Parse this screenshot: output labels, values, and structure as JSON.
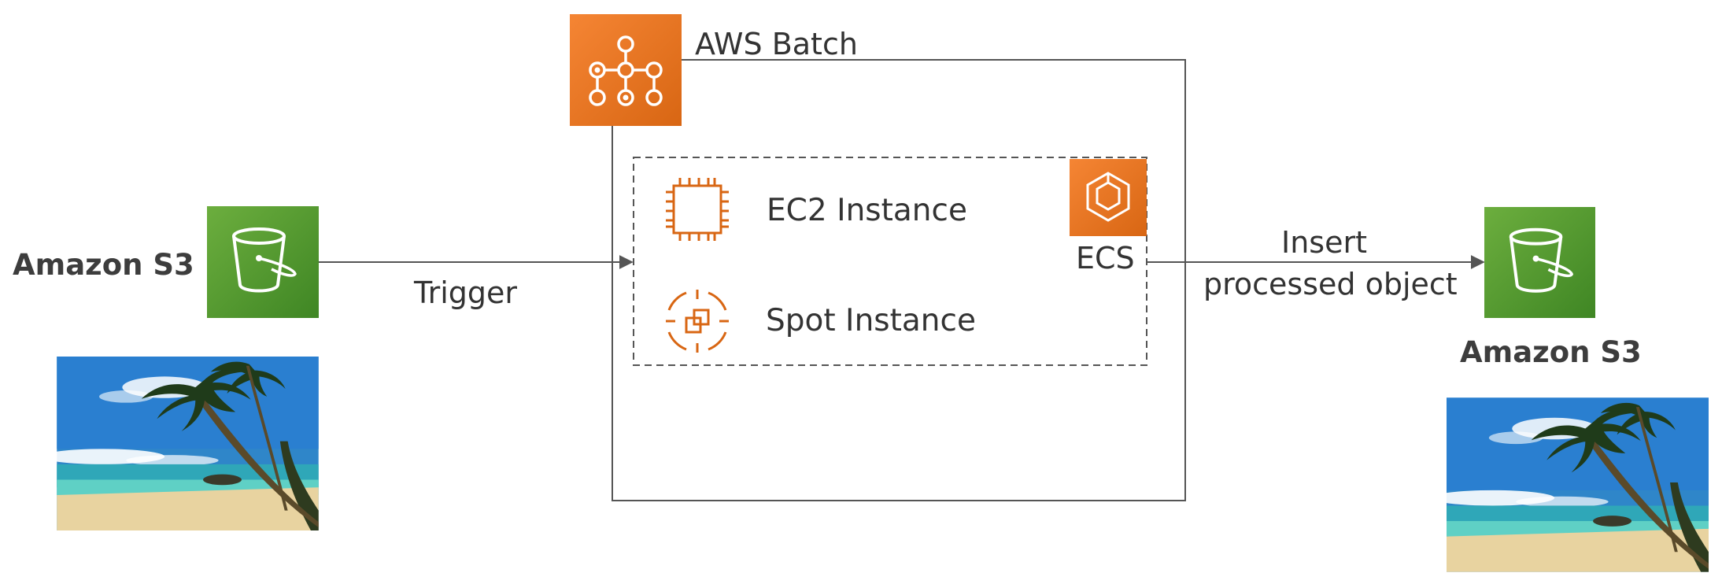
{
  "diagram": {
    "batch_label": "AWS Batch",
    "ec2_label": "EC2 Instance",
    "spot_label": "Spot Instance",
    "ecs_label": "ECS",
    "trigger_label": "Trigger",
    "insert_label_line1": "Insert",
    "insert_label_line2": "processed object",
    "source_s3_label": "Amazon S3",
    "target_s3_label": "Amazon S3"
  },
  "colors": {
    "s3_green_top": "#6CAE3E",
    "s3_green_bottom": "#3F8624",
    "aws_orange_top": "#F58534",
    "aws_orange_bottom": "#D86613",
    "ec2_orange": "#D86613",
    "line": "#555555"
  },
  "icons": {
    "batch": "aws-batch-icon",
    "ec2": "ec2-chip-icon",
    "spot": "spot-instance-icon",
    "ecs": "ecs-icon",
    "s3": "s3-bucket-icon"
  }
}
